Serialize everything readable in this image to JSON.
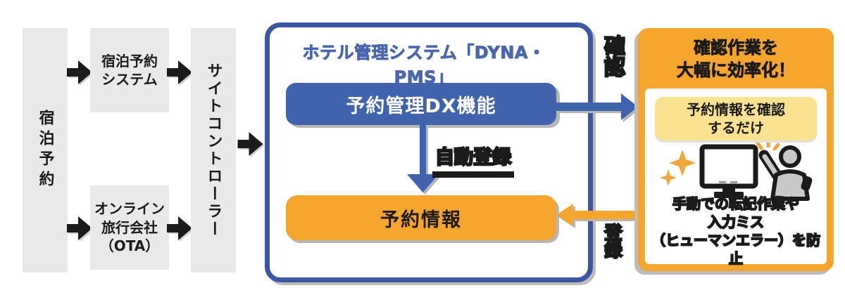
{
  "left_flow": {
    "stay_reservation": "宿泊予約",
    "reservation_system": "宿泊予約\nシステム",
    "online_travel_agency": "オンライン\n旅行会社\n（OTA）",
    "site_controller": "サイトコントローラー"
  },
  "pms": {
    "system_title": "ホテル管理システム「DYNA・PMS」",
    "dx_function": "予約管理DX機能",
    "auto_register_label": "自動登録",
    "reservation_info": "予約情報"
  },
  "benefit_panel": {
    "headline": "確認作業を\n大幅に効率化！",
    "highlight": "予約情報を確認\nするだけ",
    "confirm_arrow_label": "確認",
    "register_arrow_label": "登録",
    "note": "手動での転記作業や\n入力ミス\n（ヒューマンエラー）を防止"
  },
  "colors": {
    "accent_blue": "#4063ae",
    "border_blue": "#3b57a3",
    "accent_orange": "#f5a42c",
    "highlight_yellow": "#fbe291",
    "box_gray": "#e9e9ea",
    "text_black": "#1b1b1b"
  }
}
